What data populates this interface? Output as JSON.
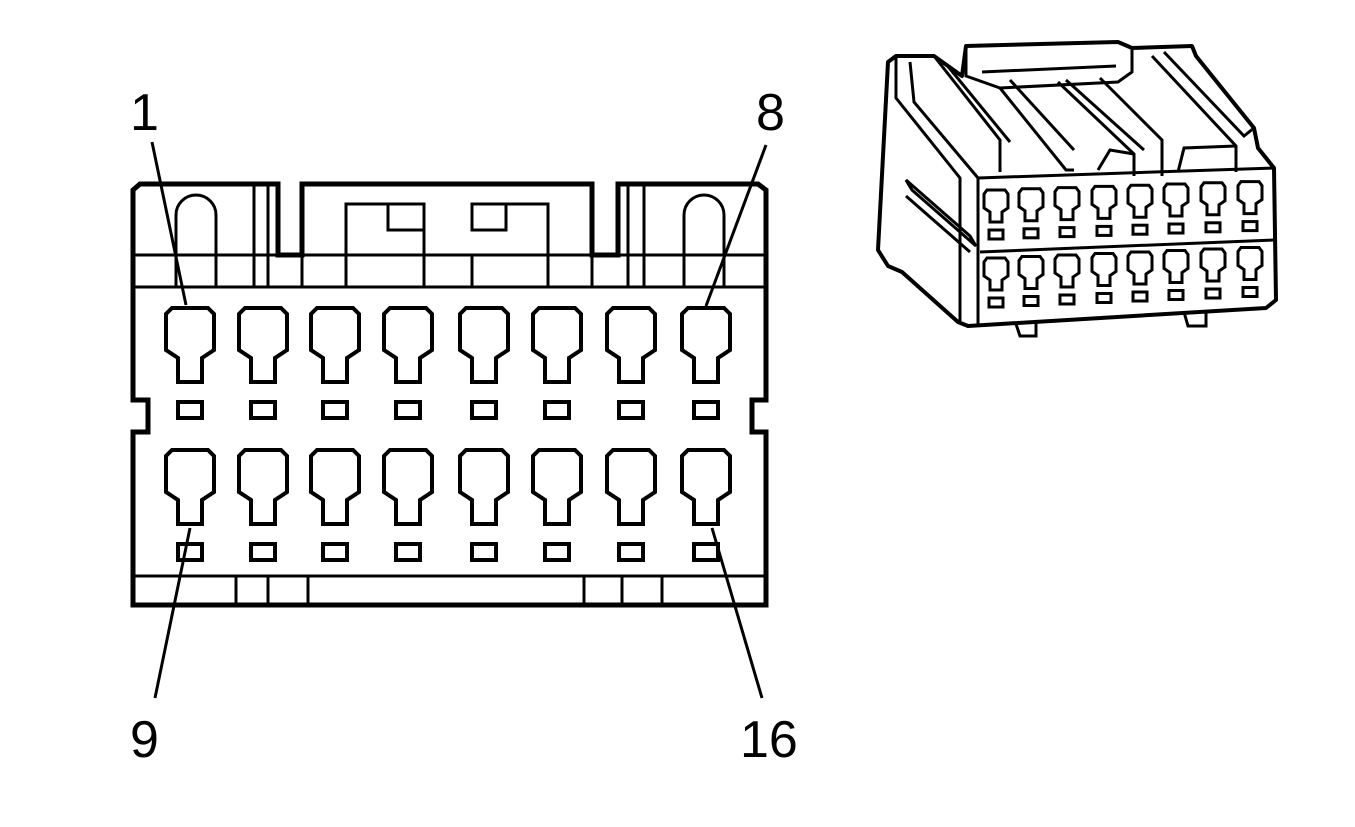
{
  "diagram": {
    "type": "connector-pinout",
    "labels": {
      "pin_first_top": "1",
      "pin_last_top": "8",
      "pin_first_bottom": "9",
      "pin_last_bottom": "16"
    },
    "colors": {
      "line": "#000000",
      "background": "#ffffff"
    }
  }
}
